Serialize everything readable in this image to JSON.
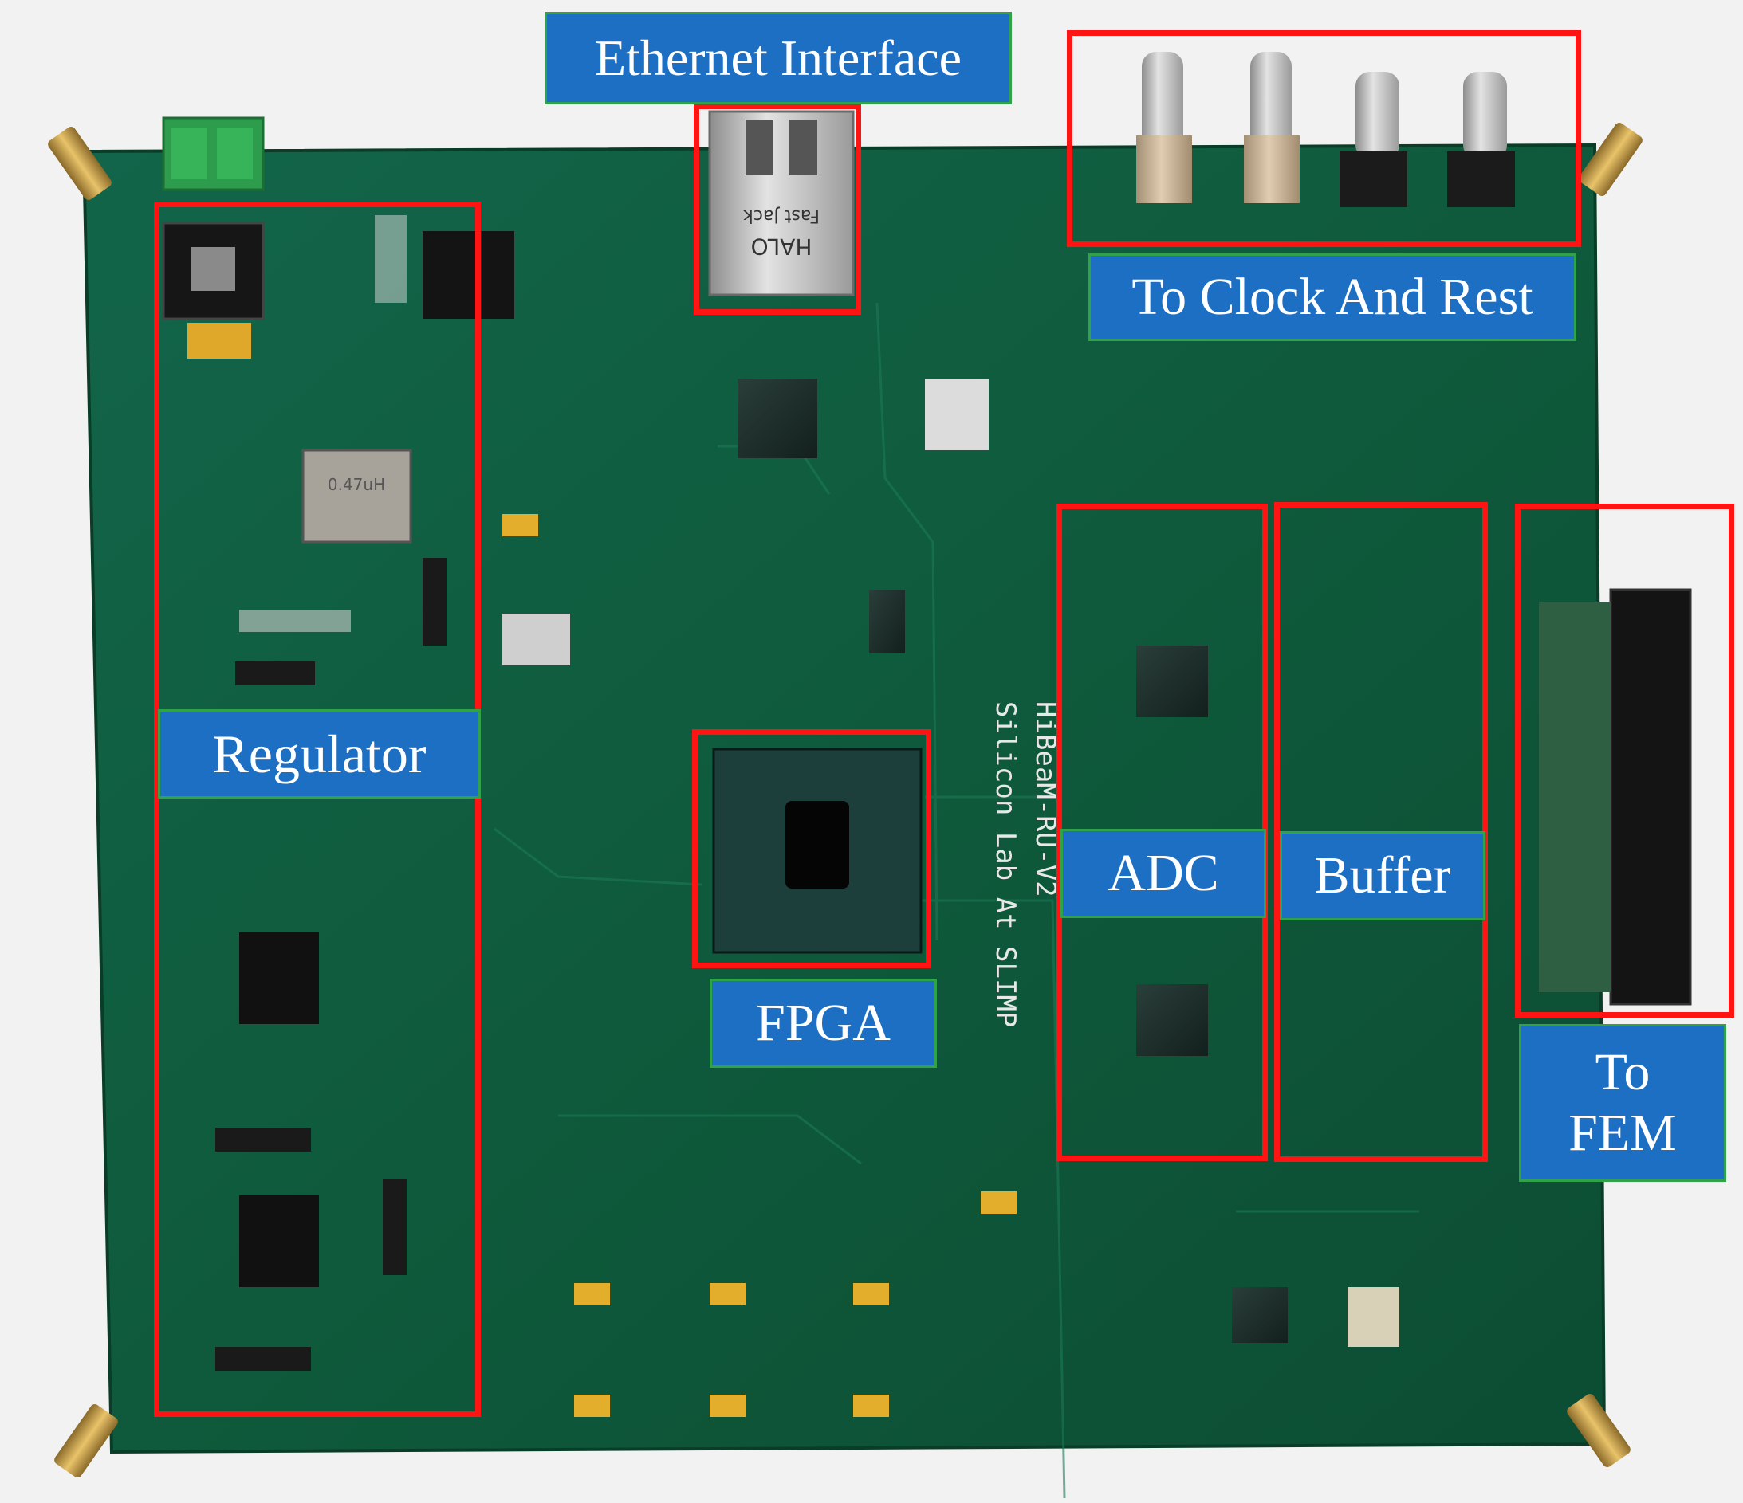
{
  "labels": {
    "ethernet": "Ethernet Interface",
    "clock": "To Clock And Rest",
    "regulator": "Regulator",
    "fpga": "FPGA",
    "adc": "ADC",
    "buffer": "Buffer",
    "fem_line1": "To",
    "fem_line2": "FEM"
  },
  "silkscreen": {
    "board_name": "HiBeaM-RU-V2",
    "lab_name": "Silicon Lab At SLIMP",
    "jack_line1": "HALO",
    "jack_line2": "Fast Jack",
    "inductor_marking": "0.47uH"
  },
  "colors": {
    "pcb_green": "#0f5a3c",
    "highlight_red": "#ff1414",
    "label_blue": "#1d6fc4",
    "label_border_green": "#2fa24a"
  }
}
